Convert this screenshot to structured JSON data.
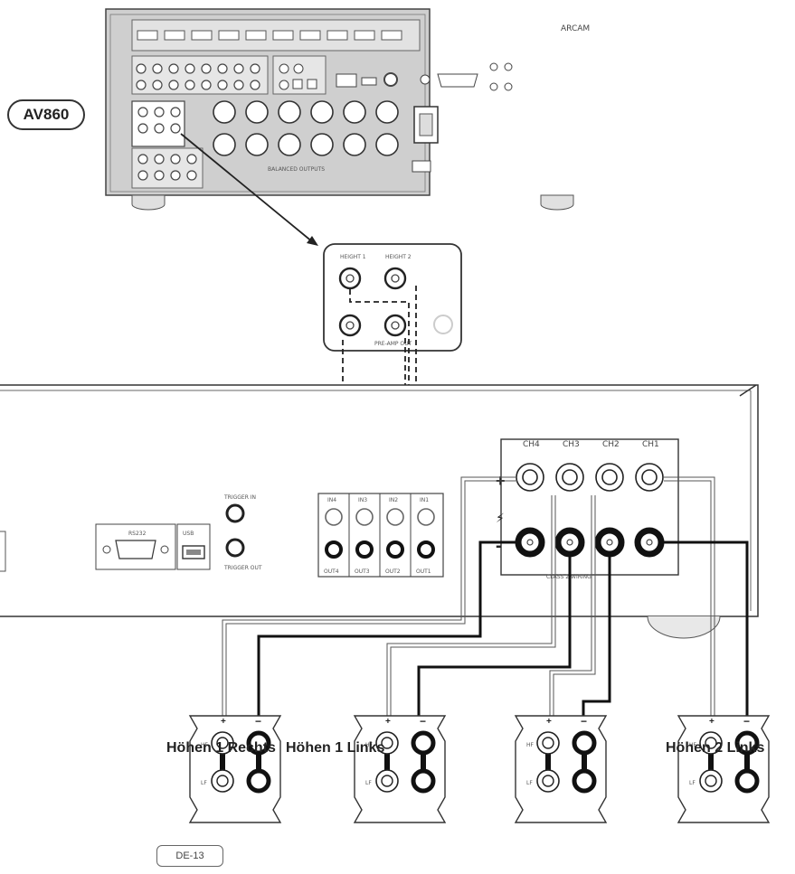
{
  "device": {
    "model": "AV860",
    "brand": "ARCAM",
    "balanced_outputs_label": "BALANCED OUTPUTS"
  },
  "detail_panel": {
    "labels": [
      "HEIGHT 1",
      "HEIGHT 2",
      "PRE-AMP OUT"
    ]
  },
  "amplifier": {
    "rs232_label": "RS232",
    "usb_label": "USB",
    "trigger_in_label": "TRIGGER IN",
    "trigger_out_label": "TRIGGER OUT",
    "inputs": [
      "IN4",
      "IN3",
      "IN2",
      "IN1"
    ],
    "outputs": [
      "OUT4",
      "OUT3",
      "OUT2",
      "OUT1"
    ],
    "channels": [
      "CH4",
      "CH3",
      "CH2",
      "CH1"
    ],
    "plus_sign": "+",
    "minus_sign": "-",
    "wiring_label": "CLASS 2 WIRING"
  },
  "speakers": [
    {
      "label": "Höhen 1 Rechts"
    },
    {
      "label": "Höhen 1 Links"
    },
    {
      "label": ""
    },
    {
      "label": "Höhen 2 Links"
    }
  ],
  "page_number": "DE-13"
}
